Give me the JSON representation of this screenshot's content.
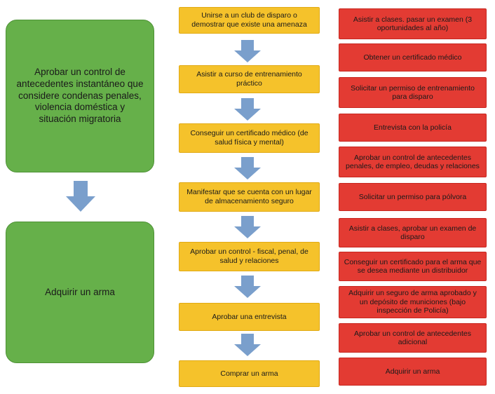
{
  "colors": {
    "green": "#66b04a",
    "yellow": "#f5c22b",
    "red": "#e33b33",
    "arrow": "#7a9fcc"
  },
  "left_column": {
    "step1": "Aprobar un control de antecedentes instantáneo que considere condenas penales, violencia doméstica y situación migratoria",
    "step2": "Adquirir un arma"
  },
  "middle_column": {
    "steps": [
      "Unirse a un club de disparo o demostrar que existe una amenaza",
      "Asistir a curso de entrenamiento práctico",
      "Conseguir un certificado médico (de salud física y mental)",
      "Manifestar que se cuenta con un lugar de almacenamiento seguro",
      "Aprobar un control - fiscal, penal, de salud y relaciones",
      "Aprobar una entrevista",
      "Comprar un arma"
    ]
  },
  "right_column": {
    "steps": [
      "Asistir a clases. pasar un examen (3 oportunidades al año)",
      "Obtener un certificado médico",
      "Solicitar un permiso de entrenamiento para disparo",
      "Entrevista con la policía",
      "Aprobar un control de antecedentes penales, de empleo, deudas y relaciones",
      "Solicitar un permiso para pólvora",
      "Asistir a clases, aprobar un examen de disparo",
      "Conseguir un certificado para el arma que se desea mediante un distribuidor",
      "Adquirir un seguro de arma aprobado y un depósito de municiones (bajo inspección de Policía)",
      "Aprobar un control de antecedentes adicional",
      "Adquirir un arma"
    ]
  }
}
